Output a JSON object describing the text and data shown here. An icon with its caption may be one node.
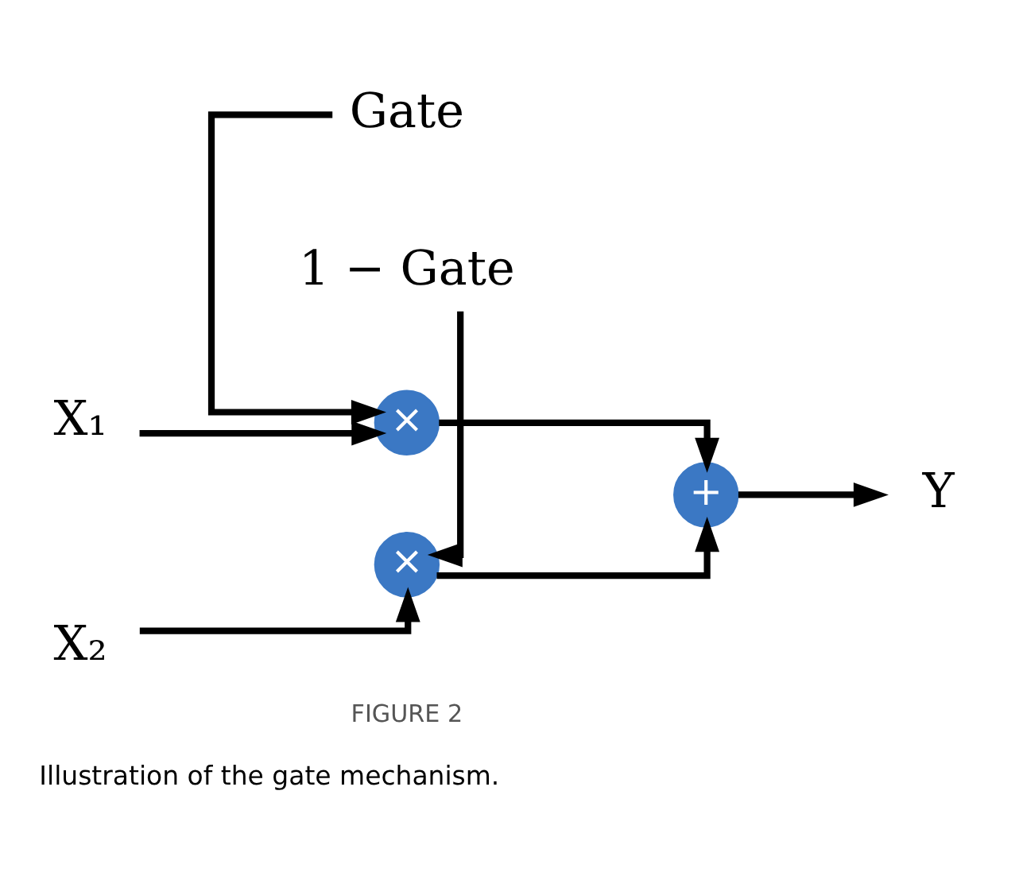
{
  "diagram": {
    "caption": "Illustration of the gate mechanism.",
    "nodes": [
      {
        "text": [
          "X₁"
        ]
      },
      {
        "text": [
          "×"
        ]
      },
      {
        "text": [
          "Gate"
        ]
      },
      {
        "text": [
          "1 − Gate"
        ]
      },
      {
        "text": [
          "X₂"
        ]
      },
      {
        "text": [
          "×"
        ]
      },
      {
        "text": [
          "+"
        ]
      },
      {
        "text": [
          "Y"
        ]
      }
    ],
    "edges": [
      {
        "from": 0,
        "to": 1,
        "arrow": "to"
      },
      {
        "from": 2,
        "to": 1,
        "arrow": "to"
      },
      {
        "from": 3,
        "to": 5,
        "arrow": "to"
      },
      {
        "from": 4,
        "to": 5,
        "arrow": "to"
      },
      {
        "from": 1,
        "to": 6,
        "arrow": "to"
      },
      {
        "from": 5,
        "to": 6,
        "arrow": "to"
      },
      {
        "from": 6,
        "to": 7,
        "arrow": "to"
      }
    ],
    "labels": [
      "FIGURE 2"
    ]
  }
}
